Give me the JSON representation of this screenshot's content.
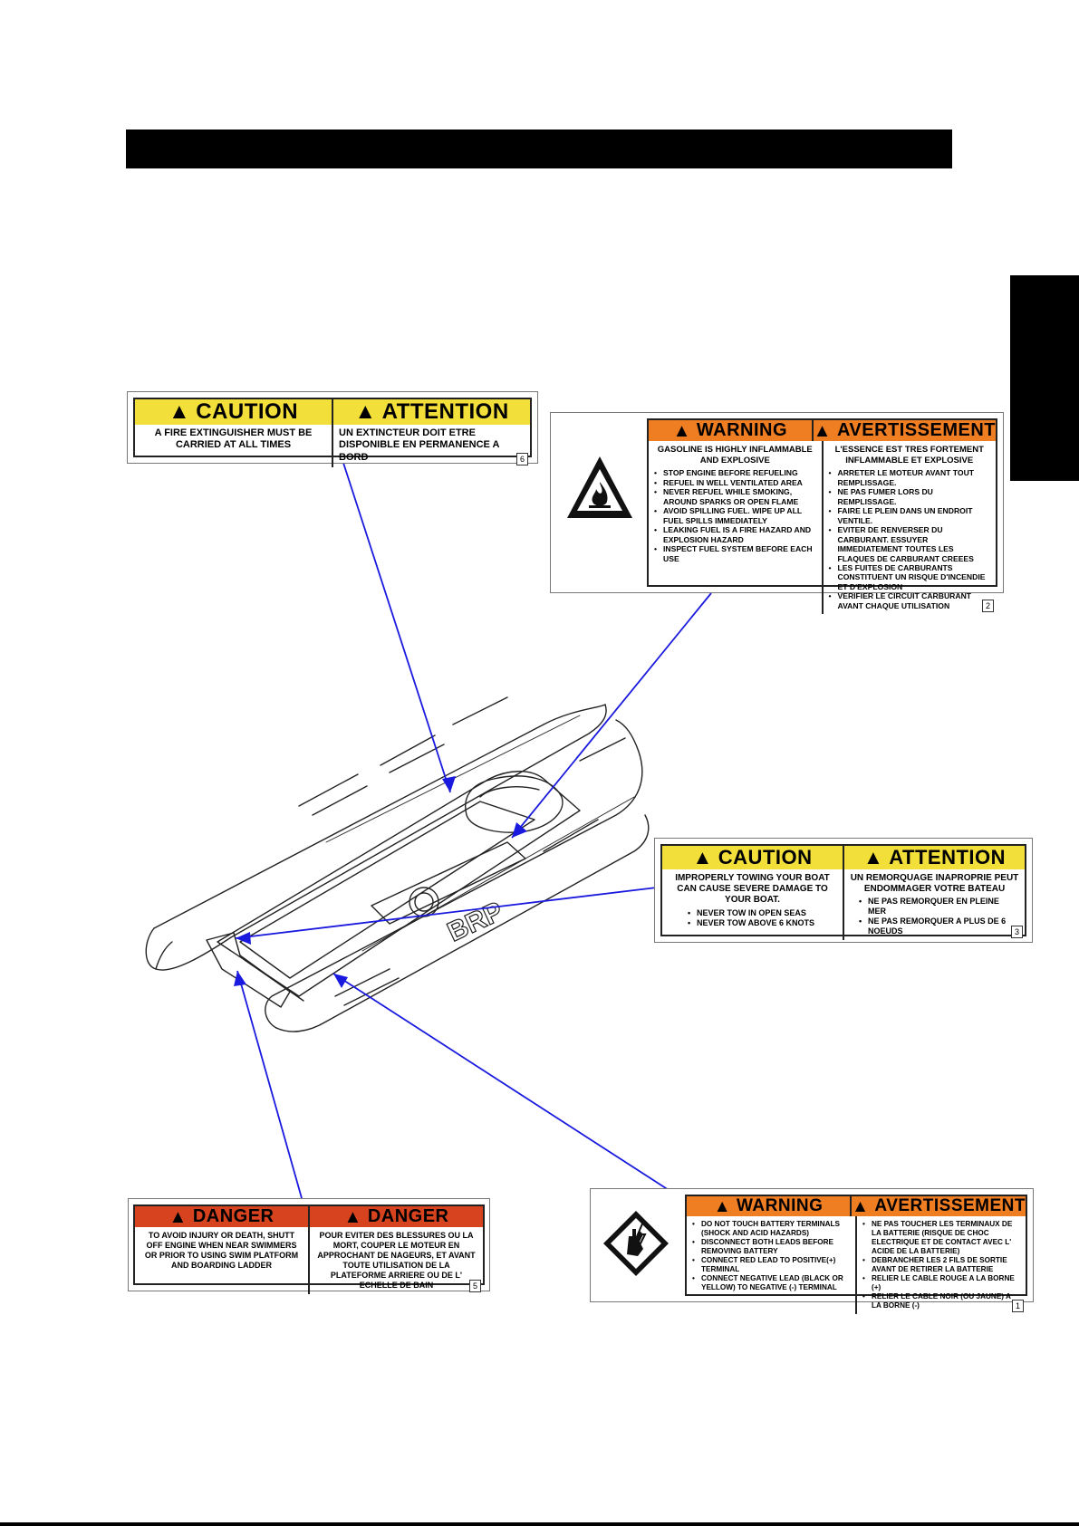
{
  "labels": {
    "l6": {
      "number": "6",
      "en_header": "CAUTION",
      "fr_header": "ATTENTION",
      "en_text": "A FIRE EXTINGUISHER MUST BE CARRIED AT ALL TIMES",
      "fr_text": "UN EXTINCTEUR DOIT ETRE DISPONIBLE EN PERMANENCE A BORD",
      "color": "#f3df3a"
    },
    "l2": {
      "number": "2",
      "en_header": "WARNING",
      "fr_header": "AVERTISSEMENT",
      "icon": "fire-hazard-icon",
      "en_title": "GASOLINE IS HIGHLY INFLAMMABLE AND EXPLOSIVE",
      "fr_title": "L'ESSENCE EST TRES FORTEMENT INFLAMMABLE ET EXPLOSIVE",
      "en_items": [
        "STOP ENGINE BEFORE REFUELING",
        "REFUEL IN WELL VENTILATED AREA",
        "NEVER REFUEL WHILE SMOKING, AROUND SPARKS OR OPEN FLAME",
        "AVOID SPILLING FUEL. WIPE UP ALL FUEL SPILLS IMMEDIATELY",
        "LEAKING FUEL IS A FIRE HAZARD AND EXPLOSION HAZARD",
        "INSPECT FUEL SYSTEM BEFORE EACH USE"
      ],
      "fr_items": [
        "ARRETER LE MOTEUR AVANT TOUT REMPLISSAGE.",
        "NE PAS FUMER LORS DU REMPLISSAGE.",
        "FAIRE LE PLEIN DANS UN ENDROIT VENTILE.",
        "EVITER DE RENVERSER DU CARBURANT. ESSUYER IMMEDIATEMENT TOUTES LES FLAQUES DE CARBURANT CREEES",
        "LES FUITES DE CARBURANTS CONSTITUENT UN RISQUE D'INCENDIE ET D'EXPLOSION",
        "VERIFIER LE CIRCUIT CARBURANT AVANT CHAQUE UTILISATION"
      ],
      "color": "#ef7d22"
    },
    "l3": {
      "number": "3",
      "en_header": "CAUTION",
      "fr_header": "ATTENTION",
      "en_title": "IMPROPERLY TOWING YOUR BOAT CAN CAUSE SEVERE DAMAGE TO YOUR BOAT.",
      "fr_title": "UN REMORQUAGE INAPROPRIE PEUT ENDOMMAGER VOTRE BATEAU",
      "en_items": [
        "NEVER TOW IN OPEN SEAS",
        "NEVER TOW ABOVE 6 KNOTS"
      ],
      "fr_items": [
        "NE PAS REMORQUER EN PLEINE MER",
        "NE PAS REMORQUER  A PLUS DE 6 NOEUDS"
      ],
      "color": "#f3df3a"
    },
    "l5": {
      "number": "5",
      "en_header": "DANGER",
      "fr_header": "DANGER",
      "en_text": "TO AVOID INJURY OR DEATH, SHUTT OFF ENGINE WHEN NEAR SWIMMERS OR PRIOR TO USING SWIM PLATFORM AND BOARDING LADDER",
      "fr_text": "POUR EVITER DES BLESSURES OU LA MORT, COUPER LE MOTEUR EN APPROCHANT DE NAGEURS, ET AVANT TOUTE UTILISATION DE LA PLATEFORME ARRIERE OU DE L' ECHELLE DE BAIN",
      "color": "#d8431f"
    },
    "l1": {
      "number": "1",
      "en_header": "WARNING",
      "fr_header": "AVERTISSEMENT",
      "icon": "electric-shock-icon",
      "en_items": [
        "DO NOT TOUCH BATTERY TERMINALS (SHOCK AND ACID HAZARDS)",
        "DISCONNECT BOTH LEADS BEFORE REMOVING BATTERY",
        "CONNECT RED LEAD TO POSITIVE(+) TERMINAL",
        "CONNECT NEGATIVE LEAD (BLACK OR YELLOW) TO NEGATIVE (-) TERMINAL"
      ],
      "fr_items": [
        "NE PAS TOUCHER LES TERMINAUX DE LA BATTERIE (RISQUE DE CHOC ELECTRIQUE ET DE CONTACT AVEC L' ACIDE DE LA BATTERIE)",
        "DEBRANCHER LES 2 FILS DE SORTIE AVANT DE RETIRER LA BATTERIE",
        "RELIER LE CABLE ROUGE A LA BORNE  (+)",
        "RELIER LE CABLE NOIR (OU JAUNE)  A LA BORNE (-)"
      ],
      "color": "#ef7d22"
    }
  },
  "boat": {
    "logo": "BRP",
    "illustration": "inflatable-boat-drawing"
  },
  "leader_color": "#1a1adf"
}
